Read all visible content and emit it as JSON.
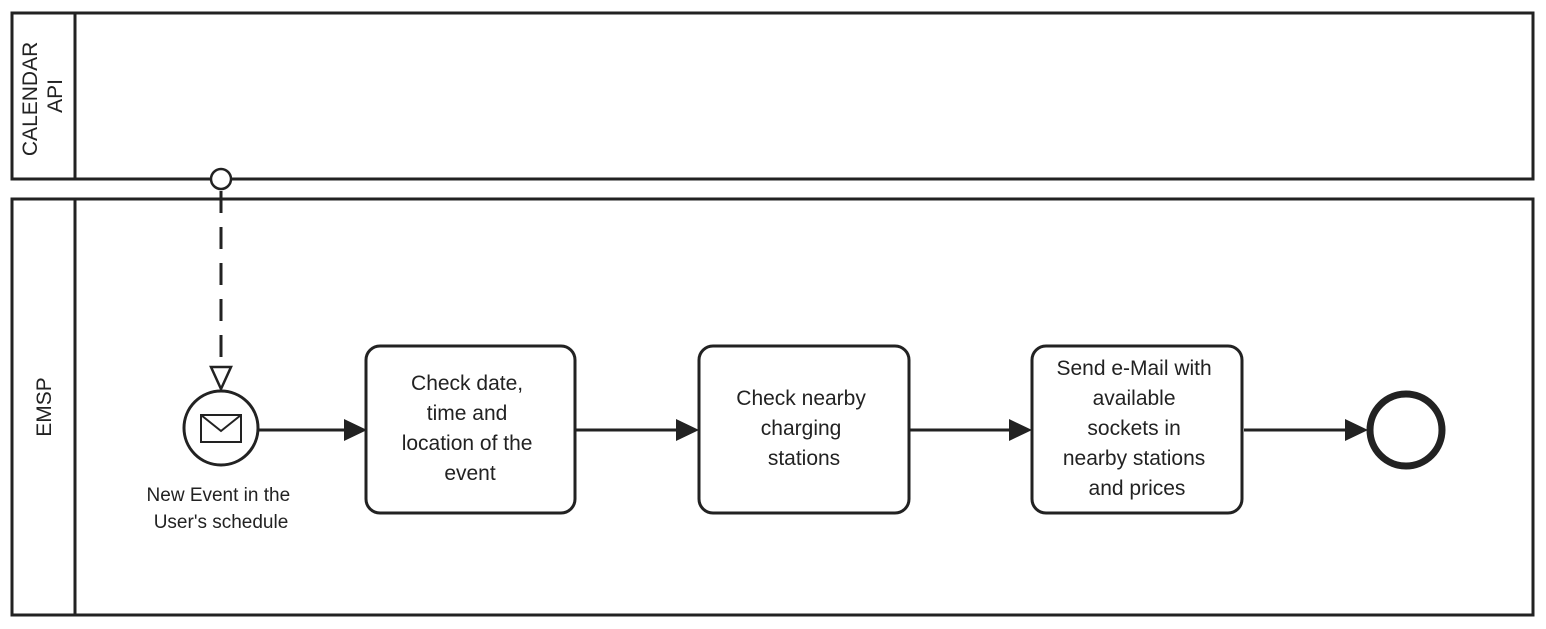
{
  "pools": [
    {
      "id": "calendar",
      "label_lines": [
        "CALENDAR",
        "API"
      ]
    },
    {
      "id": "emsp",
      "label_lines": [
        "EMSP"
      ]
    }
  ],
  "start_event": {
    "type": "message",
    "label_lines": [
      "New Event in the",
      "User's schedule"
    ]
  },
  "tasks": [
    {
      "id": "task-check-date",
      "lines": [
        "Check date,",
        "time and",
        "location of the",
        "event"
      ]
    },
    {
      "id": "task-check-stations",
      "lines": [
        "Check nearby",
        "charging",
        "stations"
      ]
    },
    {
      "id": "task-send-email",
      "lines": [
        "Send e-Mail with",
        "available",
        "sockets in",
        "nearby stations",
        "and prices"
      ]
    }
  ],
  "end_event": {
    "type": "none"
  },
  "message_flow": {
    "from": "calendar",
    "to": "start_event",
    "style": "dashed"
  },
  "colors": {
    "stroke": "#222222",
    "fill": "#ffffff"
  }
}
